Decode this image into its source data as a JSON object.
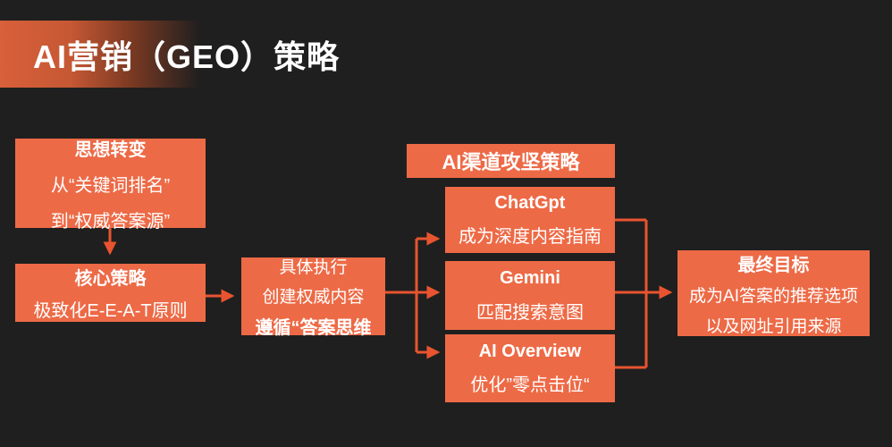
{
  "page": {
    "background_color": "#1F1F1F",
    "box_color": "#ED6A46",
    "arrow_color": "#E8542F",
    "title_gradient_color": "#D8603A",
    "text_color": "#FFFFFF"
  },
  "title": {
    "text": "AI营销（GEO）策略"
  },
  "flow": {
    "mindset": {
      "title": "思想转变",
      "line1": "从“关键词排名”",
      "line2": "到“权威答案源”"
    },
    "core": {
      "title": "核心策略",
      "line1": "极致化E-E-A-T原则"
    },
    "execution": {
      "line1": "具体执行",
      "line2": "创建权威内容",
      "line3": "遵循“答案思维"
    },
    "channel_header": {
      "text": "AI渠道攻坚策略"
    },
    "chatgpt": {
      "title": "ChatGpt",
      "line1": "成为深度内容指南"
    },
    "gemini": {
      "title": "Gemini",
      "line1": "匹配搜索意图"
    },
    "ai_overview": {
      "title": "AI  Overview",
      "line1": "优化”零点击位“"
    },
    "goal": {
      "title": "最终目标",
      "line1": "成为AI答案的推荐选项",
      "line2": "以及网址引用来源"
    }
  }
}
